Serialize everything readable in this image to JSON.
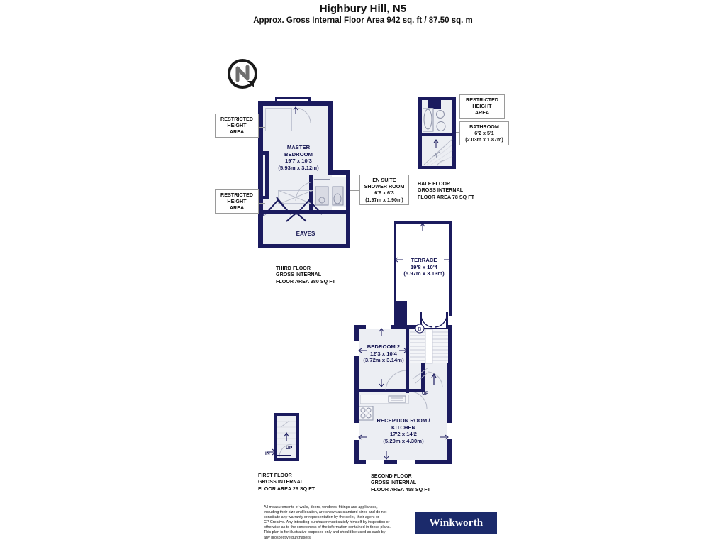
{
  "header": {
    "title": "Highbury Hill, N5",
    "subtitle": "Approx. Gross Internal Floor Area 942 sq. ft / 87.50 sq. m"
  },
  "compass": {
    "label": "N"
  },
  "third_floor": {
    "area_caption": "THIRD FLOOR\nGROSS INTERNAL\nFLOOR AREA 380 SQ FT",
    "master_bedroom": "MASTER\nBEDROOM\n19'7 x 10'3\n(5.93m x 3.12m)",
    "eaves": "EAVES",
    "restricted_top": "RESTRICTED\nHEIGHT\nAREA",
    "restricted_bottom": "RESTRICTED\nHEIGHT\nAREA",
    "en_suite": "EN SUITE\nSHOWER ROOM\n6'6 x 6'3\n(1.97m x 1.90m)"
  },
  "half_floor": {
    "area_caption": "HALF FLOOR\nGROSS INTERNAL\nFLOOR AREA 78 SQ FT",
    "restricted": "RESTRICTED\nHEIGHT\nAREA",
    "bathroom": "BATHROOM\n6'2 x 5'1\n(2.03m x 1.87m)"
  },
  "second_floor": {
    "area_caption": "SECOND FLOOR\nGROSS INTERNAL\nFLOOR AREA 458 SQ FT",
    "terrace": "TERRACE\n19'8 x 10'4\n(5.97m x 3.13m)",
    "bedroom_2": "BEDROOM 2\n12'3 x 10'4\n(3.72m x 3.14m)",
    "reception": "RECEPTION ROOM /\nKITCHEN\n17'2 x 14'2\n(5.20m x 4.30m)",
    "up_label": "UP"
  },
  "first_floor": {
    "area_caption": "FIRST FLOOR\nGROSS INTERNAL\nFLOOR AREA 26 SQ FT",
    "in_label": "IN",
    "up_label": "UP"
  },
  "footer": {
    "disclaimer": "All measurements of walls, doors, windows, fittings and appliances,\nincluding their size and location, are shown as standard sizes and do not\nconstitute any warranty or representation by the seller, their agent or\nCP Creative. Any intending purchaser must satisfy himself by inspection or\notherwise as to the correctness of the information contained in these plans.\nThis plan is for illustrative purposes only and should be used as such by\nany prospective purchasers.",
    "brand": "Winkworth"
  },
  "colors": {
    "wall": "#1b1b5e",
    "room_fill": "#eceef3",
    "brand_navy": "#1b2a6b",
    "text": "#111111"
  }
}
